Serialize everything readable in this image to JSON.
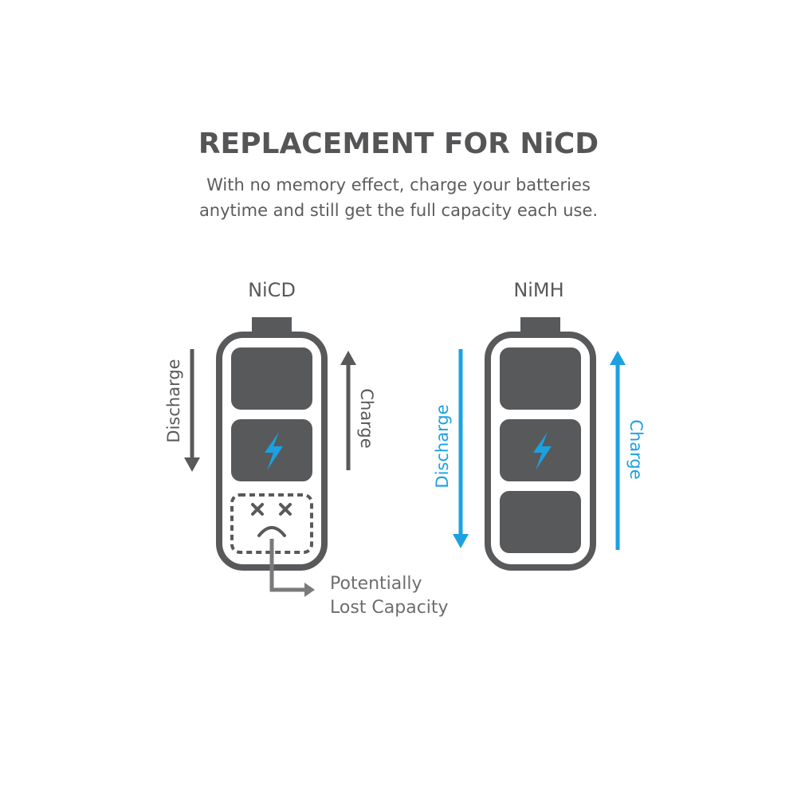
{
  "header": {
    "title": "REPLACEMENT FOR NiCD",
    "subtitle_line1": "With no memory effect, charge your batteries",
    "subtitle_line2": "anytime and still get the full capacity each use."
  },
  "nicd": {
    "label": "NiCD",
    "discharge_label": "Discharge",
    "charge_label": "Charge",
    "lost_capacity_line1": "Potentially",
    "lost_capacity_line2": "Lost Capacity"
  },
  "nimh": {
    "label": "NiMH",
    "discharge_label": "Discharge",
    "charge_label": "Charge"
  },
  "colors": {
    "gray": "#58595b",
    "arrow_gray": "#7a7a7c",
    "blue": "#1ba1e2"
  },
  "icons": [
    "lightning-bolt-icon",
    "sad-face-icon",
    "elbow-arrow-icon",
    "down-arrow-icon",
    "up-arrow-icon"
  ]
}
